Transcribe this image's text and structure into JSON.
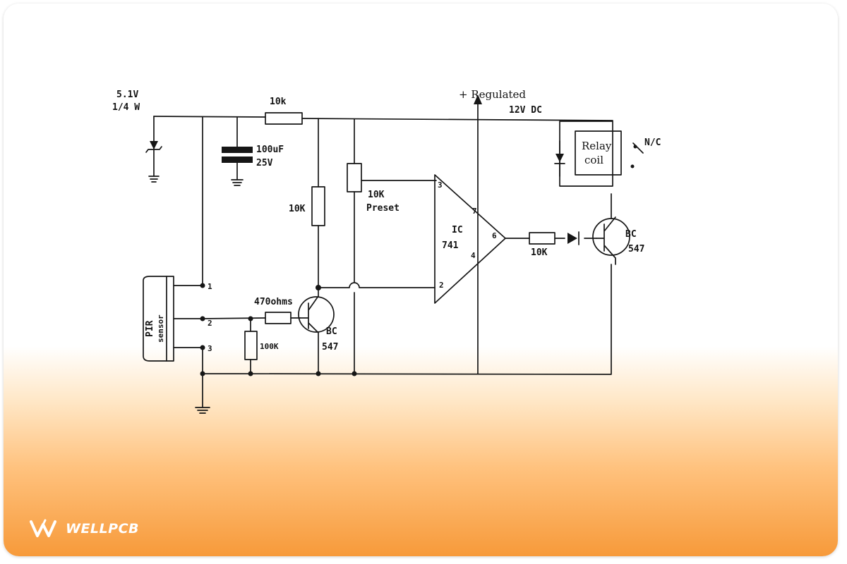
{
  "supply": {
    "label": "+ Regulated",
    "sublabel": "12V DC"
  },
  "zener": {
    "voltage": "5.1V",
    "power": "1/4 W"
  },
  "capacitor": {
    "value": "100uF",
    "rating": "25V"
  },
  "resistors": {
    "r_top": "10k",
    "r_collector": "10K",
    "r_preset_line1": "10K",
    "r_preset_line2": "Preset",
    "r_base": "470ohms",
    "r_pulldown": "100K",
    "r_output": "10K"
  },
  "opamp": {
    "line1": "IC",
    "line2": "741",
    "pin_noninv": "3",
    "pin_inv": "2",
    "pin_out": "6",
    "pin_vplus": "7",
    "pin_vminus": "4"
  },
  "transistor_q1": {
    "line1": "BC",
    "line2": "547"
  },
  "transistor_q2": {
    "line1": "BC",
    "line2": "547"
  },
  "relay": {
    "line1": "Relay",
    "line2": "coil",
    "contact": "N/C"
  },
  "pir": {
    "line1": "PIR",
    "line2": "sensor",
    "pin1": "1",
    "pin2": "2",
    "pin3": "3"
  },
  "brand": {
    "name": "WELLPCB",
    "accent": "#f79a3a"
  }
}
